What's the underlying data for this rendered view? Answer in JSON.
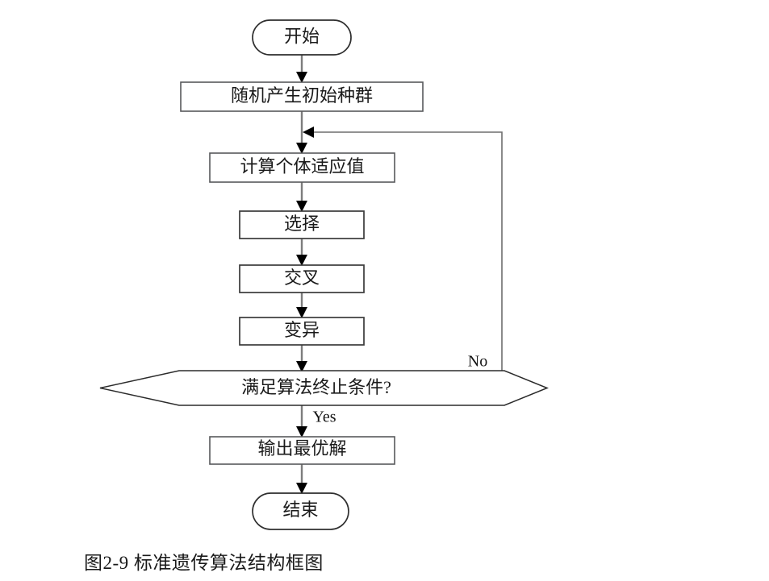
{
  "figure": {
    "caption": "图2-9  标准遗传算法结构框图",
    "title": "标准遗传算法结构框图",
    "number": "图2-9"
  },
  "colors": {
    "node_border": "#58595b",
    "terminal_border": "#2f2f2f",
    "connector": "#7d7d7d",
    "arrowhead": "#000000",
    "text": "#1a1a1a",
    "background": "#ffffff"
  },
  "flowchart": {
    "type": "flowchart",
    "nodes": [
      {
        "id": "start",
        "shape": "terminator",
        "label": "开始"
      },
      {
        "id": "init",
        "shape": "process",
        "label": "随机产生初始种群"
      },
      {
        "id": "fitness",
        "shape": "process",
        "label": "计算个体适应值"
      },
      {
        "id": "select",
        "shape": "process",
        "label": "选择"
      },
      {
        "id": "crossover",
        "shape": "process",
        "label": "交叉"
      },
      {
        "id": "mutation",
        "shape": "process",
        "label": "变异"
      },
      {
        "id": "decision",
        "shape": "hexagon",
        "label": "满足算法终止条件?"
      },
      {
        "id": "output",
        "shape": "process",
        "label": "输出最优解"
      },
      {
        "id": "end",
        "shape": "terminator",
        "label": "结束"
      }
    ],
    "edges": [
      {
        "from": "start",
        "to": "init",
        "label": ""
      },
      {
        "from": "init",
        "to": "fitness",
        "label": ""
      },
      {
        "from": "fitness",
        "to": "select",
        "label": ""
      },
      {
        "from": "select",
        "to": "crossover",
        "label": ""
      },
      {
        "from": "crossover",
        "to": "mutation",
        "label": ""
      },
      {
        "from": "mutation",
        "to": "decision",
        "label": ""
      },
      {
        "from": "decision",
        "to": "output",
        "label": "Yes"
      },
      {
        "from": "decision",
        "to": "fitness",
        "label": "No"
      },
      {
        "from": "output",
        "to": "end",
        "label": ""
      }
    ],
    "edge_labels": {
      "yes": "Yes",
      "no": "No"
    }
  }
}
